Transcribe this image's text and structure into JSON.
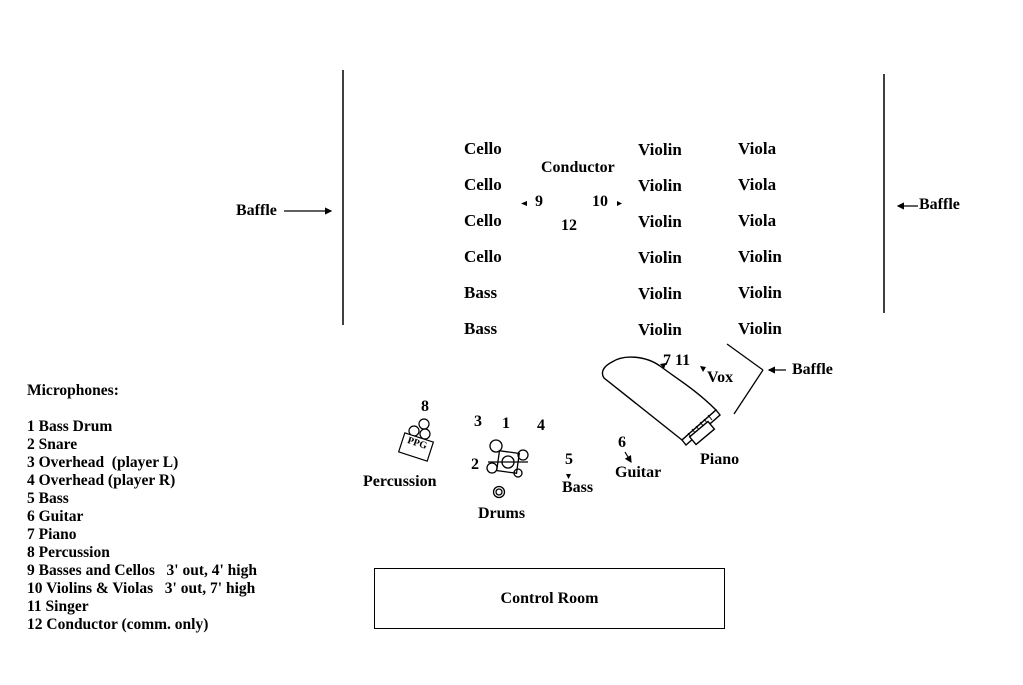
{
  "colors": {
    "ink": "#000000",
    "background": "#ffffff"
  },
  "baffles": {
    "left": "Baffle",
    "right": "Baffle",
    "piano": "Baffle"
  },
  "strings": {
    "conductor": "Conductor",
    "col_left": [
      "Cello",
      "Cello",
      "Cello",
      "Cello",
      "Bass",
      "Bass"
    ],
    "col_mid": [
      "Violin",
      "Violin",
      "Violin",
      "Violin",
      "Violin",
      "Violin"
    ],
    "col_right": [
      "Viola",
      "Viola",
      "Viola",
      "Violin",
      "Violin",
      "Violin"
    ],
    "mic_9": "9",
    "mic_10": "10",
    "mic_12": "12"
  },
  "rhythm": {
    "percussion_label": "Percussion",
    "percussion_mic": "8",
    "percussion_sign": "PPG",
    "drums_label": "Drums",
    "drum_mics": {
      "m1": "1",
      "m2": "2",
      "m3": "3",
      "m4": "4"
    },
    "bass_label": "Bass",
    "bass_mic": "5",
    "guitar_label": "Guitar",
    "guitar_mic": "6",
    "piano_label": "Piano",
    "piano_mics": "7 11",
    "vox_label": "Vox"
  },
  "legend": {
    "title": "Microphones:",
    "items": [
      "1 Bass Drum",
      "2 Snare",
      "3 Overhead  (player L)",
      "4 Overhead (player R)",
      "5 Bass",
      "6 Guitar",
      "7 Piano",
      "8 Percussion",
      "9 Basses and Cellos   3' out, 4' high",
      "10 Violins & Violas   3' out, 7' high",
      "11 Singer",
      "12 Conductor (comm. only)"
    ]
  },
  "control_room": "Control Room"
}
